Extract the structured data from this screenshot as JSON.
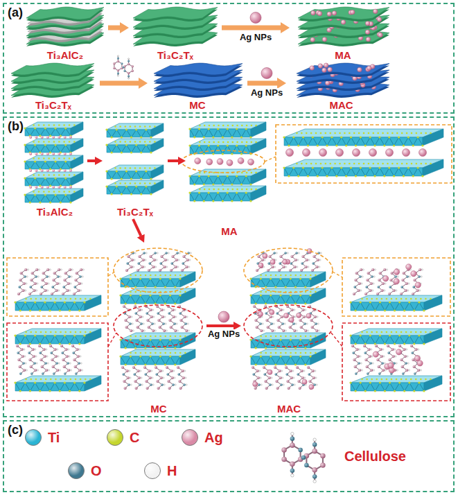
{
  "diagram": {
    "nodes": [
      {
        "text": [
          "(a)"
        ]
      },
      {
        "text": [
          "Ti₃AlC₂"
        ],
        "in": 0
      },
      {
        "text": [
          "Ti₃C₂Tₓ"
        ],
        "in": 0
      },
      {
        "text": [
          "MA"
        ],
        "in": 0
      },
      {
        "text": [
          "Ti₃C₂Tₓ"
        ],
        "in": 0
      },
      {
        "text": [
          "MC"
        ],
        "in": 0
      },
      {
        "text": [
          "MAC"
        ],
        "in": 0
      },
      {
        "text": [
          "(b)"
        ]
      },
      {
        "text": [
          "Ti₃AlC₂"
        ],
        "in": 7
      },
      {
        "text": [
          "Ti₃C₂Tₓ"
        ],
        "in": 7
      },
      {
        "text": [
          "MA"
        ],
        "in": 7
      },
      {
        "text": [
          "MC"
        ],
        "in": 7
      },
      {
        "text": [
          "MAC"
        ],
        "in": 7
      },
      {
        "text": [
          "(c)"
        ]
      }
    ],
    "edges": [
      {
        "from": 1,
        "to": 2,
        "arrow": "to"
      },
      {
        "from": 2,
        "to": 3,
        "label": "Ag NPs",
        "arrow": "to"
      },
      {
        "from": 4,
        "to": 5,
        "arrow": "to"
      },
      {
        "from": 5,
        "to": 6,
        "label": "Ag NPs",
        "arrow": "to"
      },
      {
        "from": 8,
        "to": 9,
        "arrow": "to"
      },
      {
        "from": 9,
        "to": 10,
        "arrow": "to"
      },
      {
        "from": 9,
        "to": 11,
        "arrow": "to"
      },
      {
        "from": 11,
        "to": 12,
        "label": "Ag NPs",
        "arrow": "to"
      }
    ],
    "legend": [
      {
        "text": "Ti",
        "color": "#2ab4d4"
      },
      {
        "text": "C",
        "color": "#c5d62e"
      },
      {
        "text": "Ag",
        "color": "#d98aa6"
      },
      {
        "text": "O",
        "color": "#3f7890"
      },
      {
        "text": "H",
        "color": "#f2f2f2"
      },
      {
        "text": "Cellulose"
      }
    ]
  }
}
